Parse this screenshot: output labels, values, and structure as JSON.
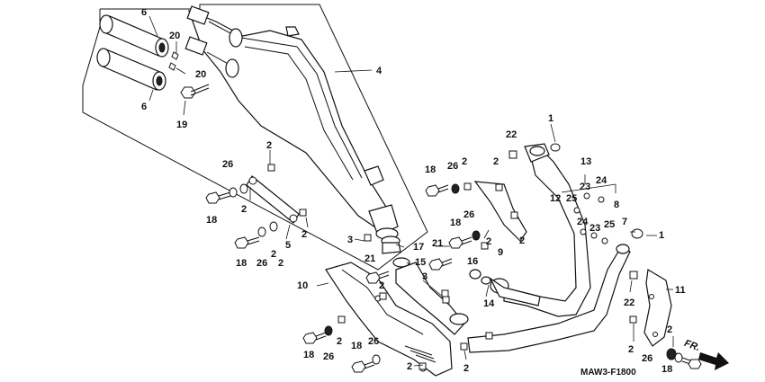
{
  "diagram": {
    "code": "MAW3-F1800",
    "front_label": "FR.",
    "callouts": [
      {
        "id": "c-6a",
        "text": "6"
      },
      {
        "id": "c-6b",
        "text": "6"
      },
      {
        "id": "c-20a",
        "text": "20"
      },
      {
        "id": "c-20b",
        "text": "20"
      },
      {
        "id": "c-19",
        "text": "19"
      },
      {
        "id": "c-4",
        "text": "4"
      },
      {
        "id": "c-26a",
        "text": "26"
      },
      {
        "id": "c-2a",
        "text": "2"
      },
      {
        "id": "c-2b",
        "text": "2"
      },
      {
        "id": "c-18a",
        "text": "18"
      },
      {
        "id": "c-2c",
        "text": "2"
      },
      {
        "id": "c-5",
        "text": "5"
      },
      {
        "id": "c-2d",
        "text": "2"
      },
      {
        "id": "c-18b",
        "text": "18"
      },
      {
        "id": "c-26b",
        "text": "26"
      },
      {
        "id": "c-2e",
        "text": "2"
      },
      {
        "id": "c-3a",
        "text": "3"
      },
      {
        "id": "c-17",
        "text": "17"
      },
      {
        "id": "c-15",
        "text": "15"
      },
      {
        "id": "c-21a",
        "text": "21"
      },
      {
        "id": "c-21b",
        "text": "21"
      },
      {
        "id": "c-10",
        "text": "10"
      },
      {
        "id": "c-2f",
        "text": "2"
      },
      {
        "id": "c-18c",
        "text": "18"
      },
      {
        "id": "c-26c",
        "text": "26"
      },
      {
        "id": "c-2g",
        "text": "2"
      },
      {
        "id": "c-18d",
        "text": "18"
      },
      {
        "id": "c-26d",
        "text": "26"
      },
      {
        "id": "c-2h",
        "text": "2"
      },
      {
        "id": "c-2i",
        "text": "2"
      },
      {
        "id": "c-3b",
        "text": "3"
      },
      {
        "id": "c-18e",
        "text": "18"
      },
      {
        "id": "c-26e",
        "text": "26"
      },
      {
        "id": "c-2j",
        "text": "2"
      },
      {
        "id": "c-18f",
        "text": "18"
      },
      {
        "id": "c-26f",
        "text": "26"
      },
      {
        "id": "c-2k",
        "text": "2"
      },
      {
        "id": "c-9",
        "text": "9"
      },
      {
        "id": "c-16",
        "text": "16"
      },
      {
        "id": "c-14",
        "text": "14"
      },
      {
        "id": "c-22a",
        "text": "22"
      },
      {
        "id": "c-2l",
        "text": "2"
      },
      {
        "id": "c-2m",
        "text": "2"
      },
      {
        "id": "c-1a",
        "text": "1"
      },
      {
        "id": "c-13",
        "text": "13"
      },
      {
        "id": "c-12",
        "text": "12"
      },
      {
        "id": "c-23a",
        "text": "23"
      },
      {
        "id": "c-24a",
        "text": "24"
      },
      {
        "id": "c-25a",
        "text": "25"
      },
      {
        "id": "c-8",
        "text": "8"
      },
      {
        "id": "c-7",
        "text": "7"
      },
      {
        "id": "c-24b",
        "text": "24"
      },
      {
        "id": "c-23b",
        "text": "23"
      },
      {
        "id": "c-25b",
        "text": "25"
      },
      {
        "id": "c-1b",
        "text": "1"
      },
      {
        "id": "c-22b",
        "text": "22"
      },
      {
        "id": "c-11",
        "text": "11"
      },
      {
        "id": "c-2n",
        "text": "2"
      },
      {
        "id": "c-2o",
        "text": "2"
      },
      {
        "id": "c-26g",
        "text": "26"
      },
      {
        "id": "c-18g",
        "text": "18"
      }
    ]
  }
}
